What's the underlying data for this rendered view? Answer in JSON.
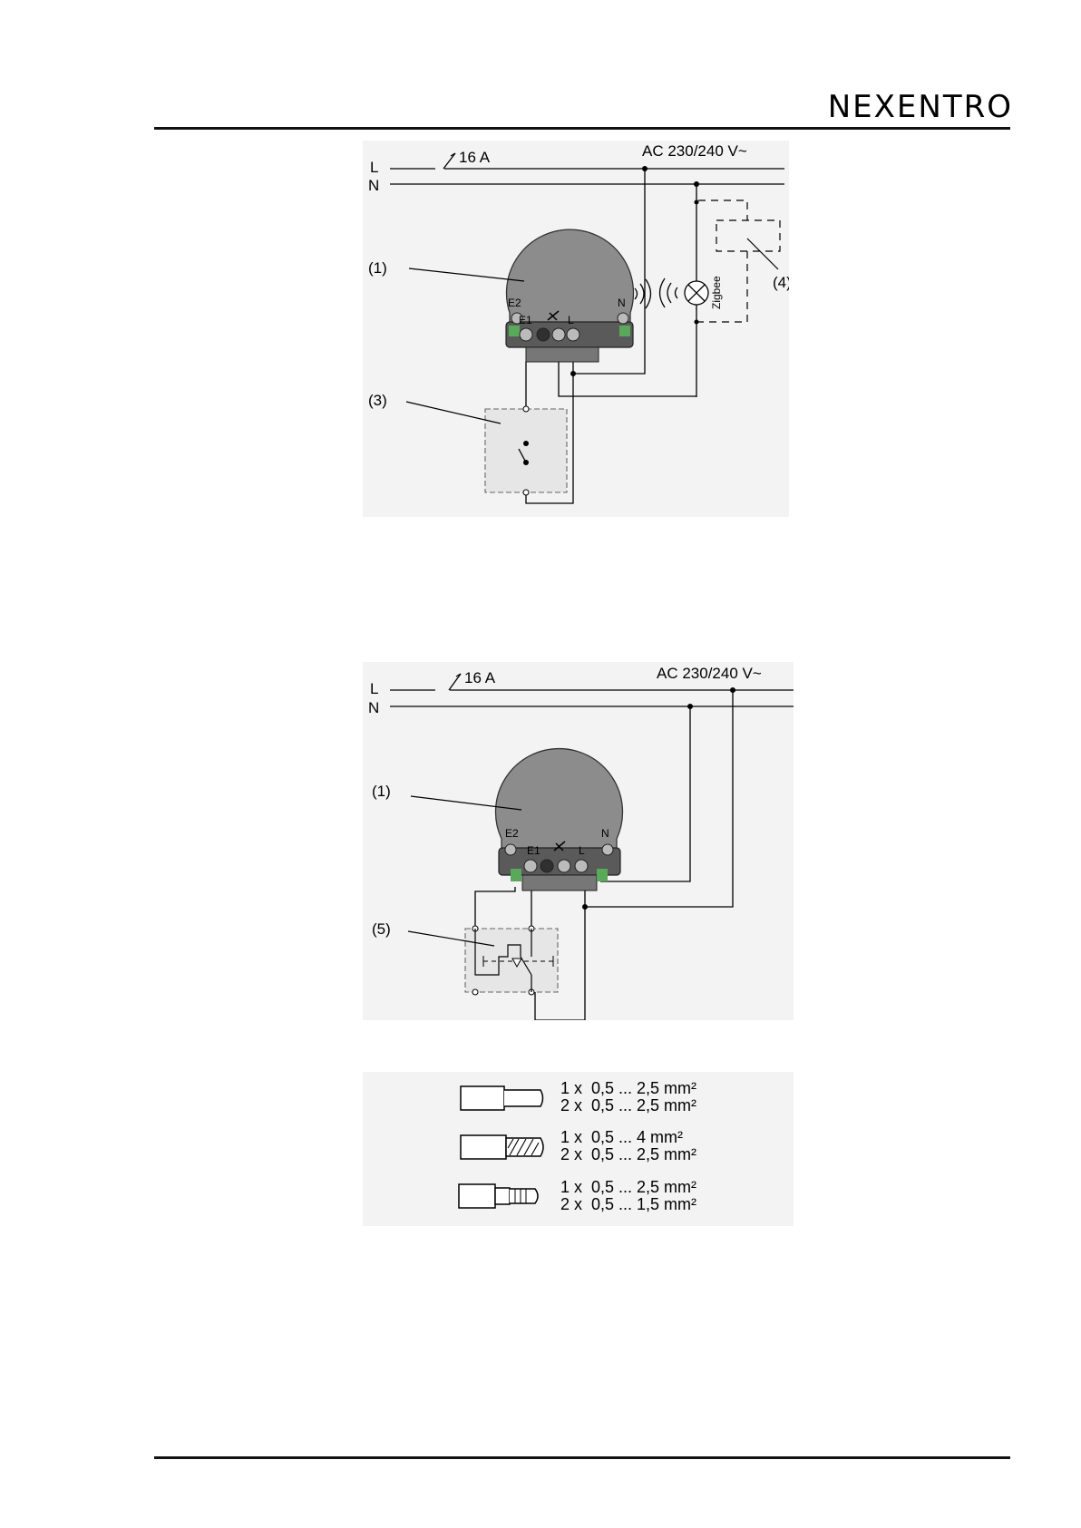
{
  "header": {
    "logo": "NEXENTRO"
  },
  "diagram1": {
    "line_l": "L",
    "line_n": "N",
    "fuse": "16 A",
    "voltage": "AC 230/240 V~",
    "callout_device": "(1)",
    "callout_switch": "(3)",
    "callout_remote": "(4)",
    "terminal_e2": "E2",
    "terminal_e1": "E1",
    "terminal_l": "L",
    "terminal_n": "N",
    "zigbee": "Zigbee"
  },
  "diagram2": {
    "line_l": "L",
    "line_n": "N",
    "fuse": "16 A",
    "voltage": "AC 230/240 V~",
    "callout_device": "(1)",
    "callout_switch": "(5)",
    "terminal_e2": "E2",
    "terminal_e1": "E1",
    "terminal_l": "L",
    "terminal_n": "N"
  },
  "conductors": [
    {
      "type": "solid",
      "rows": [
        {
          "count": "1 x",
          "range": "0,5 ... 2,5 mm²"
        },
        {
          "count": "2 x",
          "range": "0,5 ... 2,5 mm²"
        }
      ]
    },
    {
      "type": "stranded",
      "rows": [
        {
          "count": "1 x",
          "range": "0,5 ... 4 mm²"
        },
        {
          "count": "2 x",
          "range": "0,5 ... 2,5 mm²"
        }
      ]
    },
    {
      "type": "ferrule",
      "rows": [
        {
          "count": "1 x",
          "range": "0,5 ... 2,5 mm²"
        },
        {
          "count": "2 x",
          "range": "0,5 ... 1,5 mm²"
        }
      ]
    }
  ],
  "colors": {
    "panel": "#f3f3f3",
    "device": "#8c8c8c",
    "device_dark": "#4a4a4a",
    "switch_box": "#e6e6e6"
  }
}
